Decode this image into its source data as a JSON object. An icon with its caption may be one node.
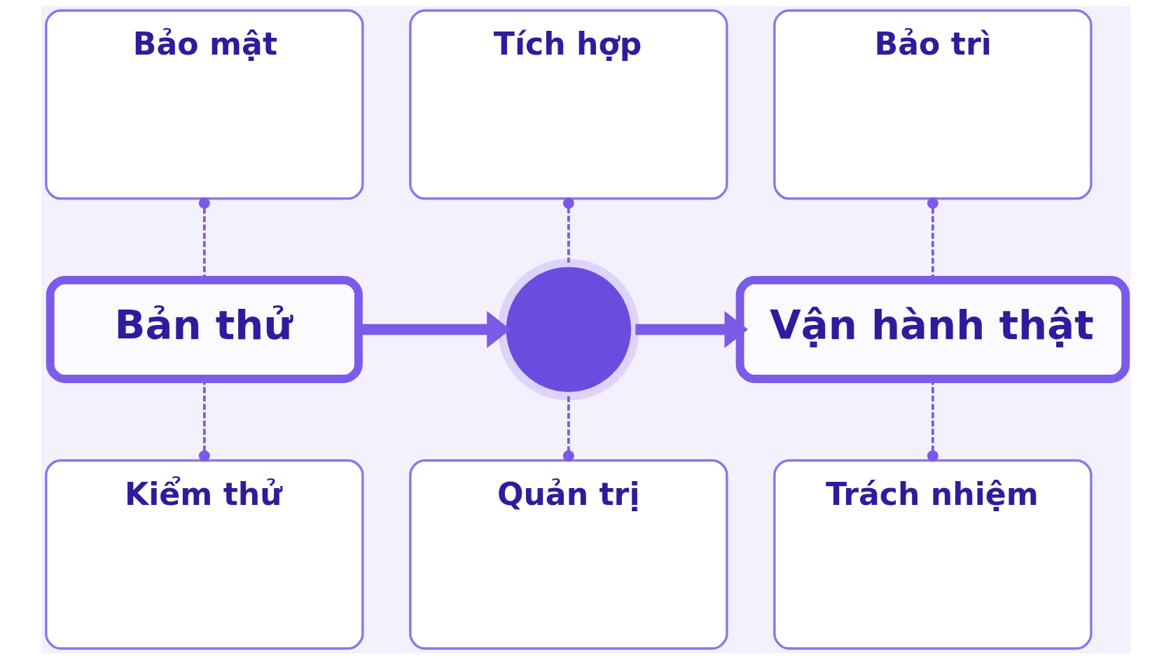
{
  "diagram": {
    "nodes": [
      {
        "text": [
          "Bảo mật"
        ]
      },
      {
        "text": [
          "Tích hợp"
        ]
      },
      {
        "text": [
          "Bảo trì"
        ]
      },
      {
        "text": [
          "Bản thử"
        ]
      },
      {
        "text": [],
        "shape": "circle"
      },
      {
        "text": [
          "Vận hành thật"
        ]
      },
      {
        "text": [
          "Kiểm thử"
        ]
      },
      {
        "text": [
          "Quản trị"
        ]
      },
      {
        "text": [
          "Trách nhiệm"
        ]
      }
    ],
    "edges": [
      {
        "from": 0,
        "to": 3,
        "arrow": "other",
        "style": "dashed"
      },
      {
        "from": 1,
        "to": 4,
        "arrow": "other",
        "style": "dashed"
      },
      {
        "from": 2,
        "to": 5,
        "arrow": "other",
        "style": "dashed"
      },
      {
        "from": 3,
        "to": 4,
        "arrow": "to",
        "style": "thick"
      },
      {
        "from": 4,
        "to": 5,
        "arrow": "to",
        "style": "thick"
      },
      {
        "from": 3,
        "to": 6,
        "arrow": "other",
        "style": "dashed"
      },
      {
        "from": 4,
        "to": 7,
        "arrow": "other",
        "style": "dashed"
      },
      {
        "from": 5,
        "to": 8,
        "arrow": "other",
        "style": "dashed"
      }
    ]
  }
}
